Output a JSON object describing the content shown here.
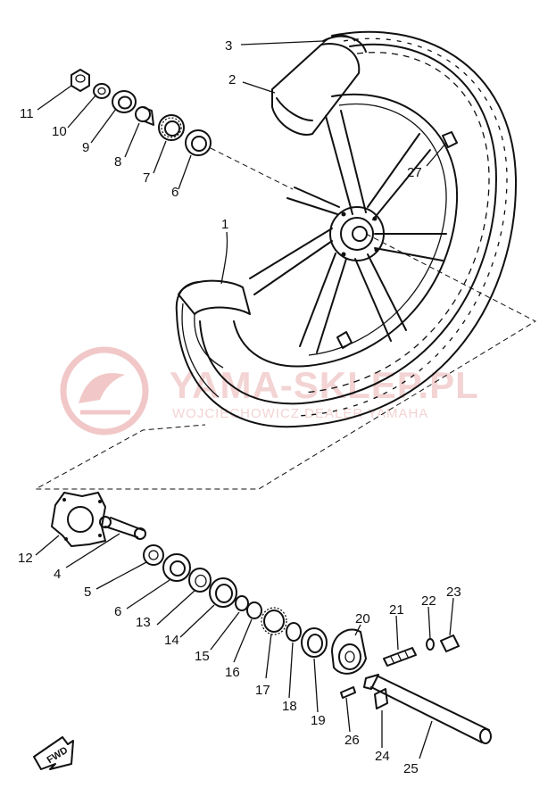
{
  "watermark": {
    "title": "YAMA-SKLEP.PL",
    "subtitle": "WOJCIECHOWICZ DEALER YAMAHA"
  },
  "direction_label": "FWD",
  "callouts": [
    {
      "id": "c1",
      "label": "1"
    },
    {
      "id": "c2",
      "label": "2"
    },
    {
      "id": "c3",
      "label": "3"
    },
    {
      "id": "c4",
      "label": "4"
    },
    {
      "id": "c5",
      "label": "5"
    },
    {
      "id": "c6a",
      "label": "6"
    },
    {
      "id": "c6b",
      "label": "6"
    },
    {
      "id": "c7",
      "label": "7"
    },
    {
      "id": "c8",
      "label": "8"
    },
    {
      "id": "c9",
      "label": "9"
    },
    {
      "id": "c10",
      "label": "10"
    },
    {
      "id": "c11",
      "label": "11"
    },
    {
      "id": "c12",
      "label": "12"
    },
    {
      "id": "c13",
      "label": "13"
    },
    {
      "id": "c14",
      "label": "14"
    },
    {
      "id": "c15",
      "label": "15"
    },
    {
      "id": "c16",
      "label": "16"
    },
    {
      "id": "c17",
      "label": "17"
    },
    {
      "id": "c18",
      "label": "18"
    },
    {
      "id": "c19",
      "label": "19"
    },
    {
      "id": "c20",
      "label": "20"
    },
    {
      "id": "c21",
      "label": "21"
    },
    {
      "id": "c22",
      "label": "22"
    },
    {
      "id": "c23",
      "label": "23"
    },
    {
      "id": "c24",
      "label": "24"
    },
    {
      "id": "c25",
      "label": "25"
    },
    {
      "id": "c26",
      "label": "26"
    },
    {
      "id": "c27",
      "label": "27"
    }
  ]
}
